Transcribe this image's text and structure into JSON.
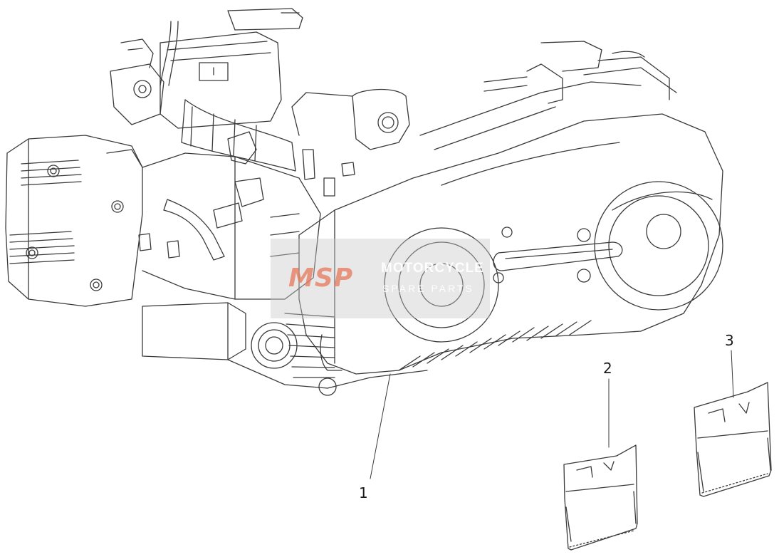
{
  "callouts": {
    "part1": "1",
    "part2": "2",
    "part3": "3"
  },
  "watermark": {
    "logo": "MSP",
    "title": "MOTORCYCLE",
    "subtitle": "SPARE PARTS"
  },
  "colors": {
    "line": "#3a3a3a",
    "watermark_box": "#c8c8c8",
    "watermark_logo": "#e6785a"
  }
}
